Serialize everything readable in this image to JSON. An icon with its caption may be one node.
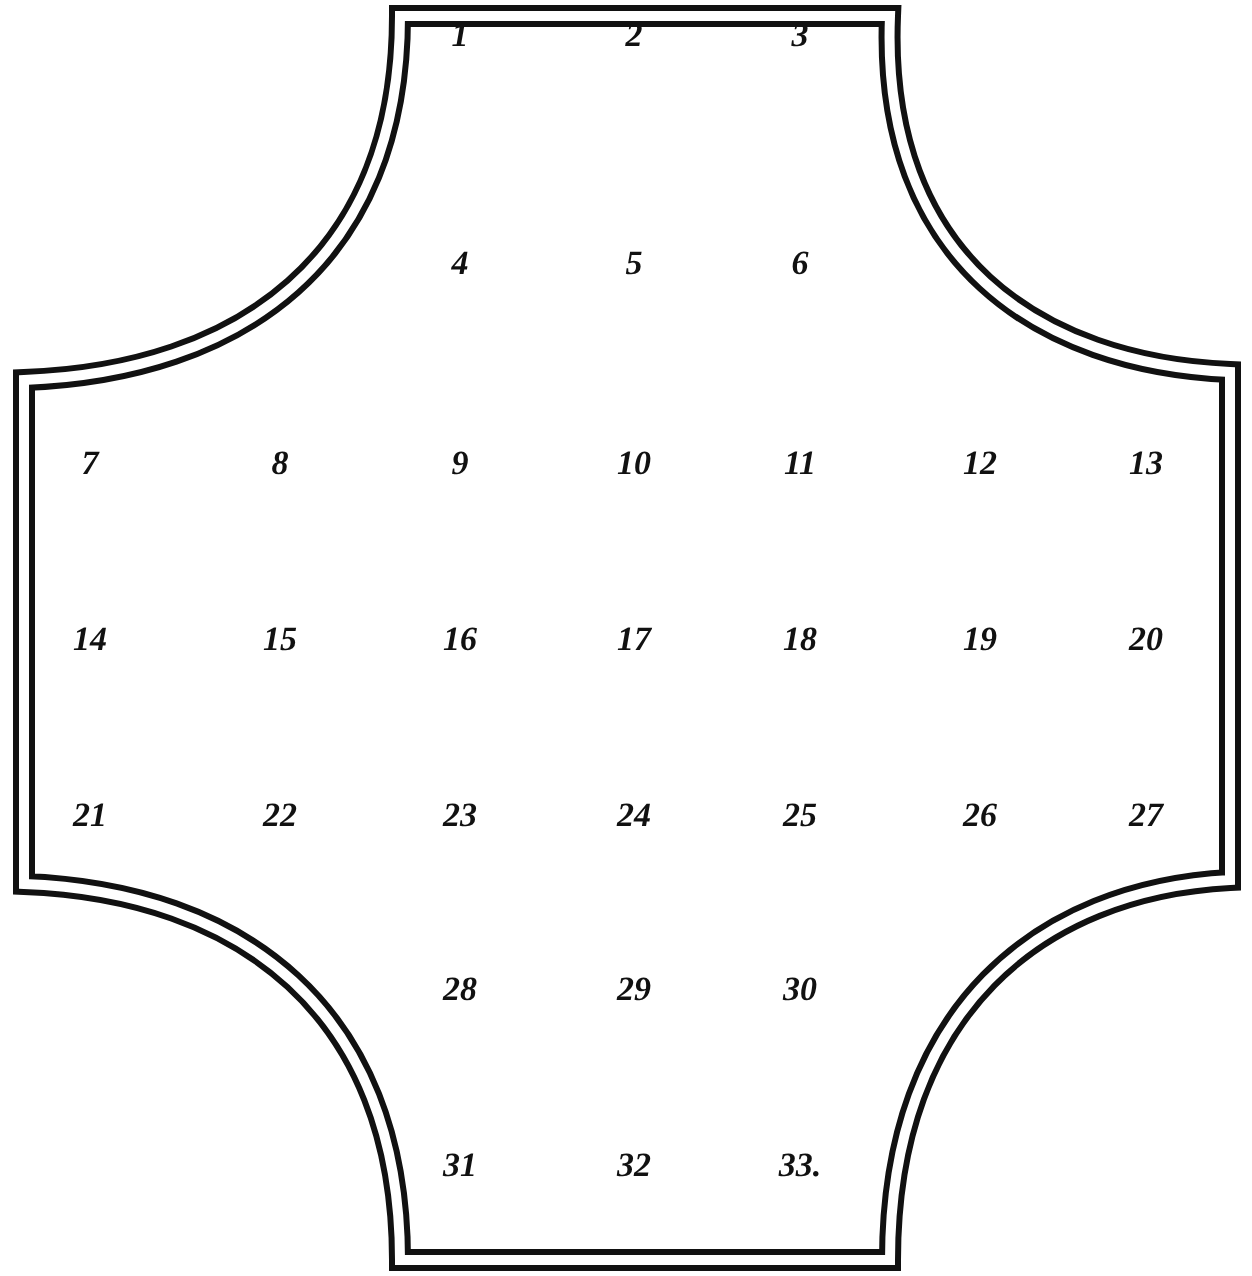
{
  "diagram": {
    "nodes": [
      {
        "text": [
          "1",
          "2",
          "3",
          "4",
          "5",
          "6",
          "7",
          "8",
          "9",
          "10",
          "11",
          "12",
          "13",
          "14",
          "15",
          "16",
          "17",
          "18",
          "19",
          "20",
          "21",
          "22",
          "23",
          "24",
          "25",
          "26",
          "27",
          "28",
          "29",
          "30",
          "31",
          "32",
          "33."
        ]
      }
    ]
  }
}
